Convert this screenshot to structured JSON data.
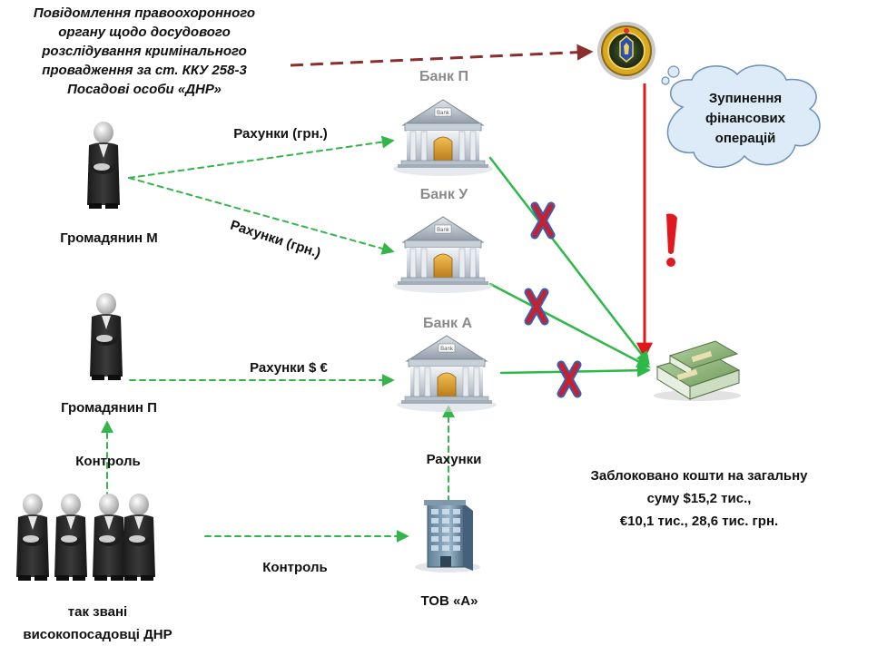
{
  "notice": {
    "lines": [
      "Повідомлення правоохоронного",
      "органу щодо досудового",
      "розслідування кримінального",
      "провадження за ст. ККУ 258-3",
      "Посадові особи «ДНР»"
    ]
  },
  "banks": [
    {
      "label": "Банк П",
      "icon": "bank-building-icon"
    },
    {
      "label": "Банк У",
      "icon": "bank-building-icon"
    },
    {
      "label": "Банк А",
      "icon": "bank-building-icon"
    }
  ],
  "persons": {
    "citizen_m": {
      "label": "Громадянин М",
      "icon": "person-in-suit-icon"
    },
    "citizen_p": {
      "label": "Громадянин П",
      "icon": "person-in-suit-icon"
    },
    "officials": {
      "lines": [
        "так звані",
        "високопосадовці ДНР"
      ],
      "icon": "group-of-people-icon"
    }
  },
  "company": {
    "label": "ТОВ «А»",
    "icon": "office-building-icon"
  },
  "edges": {
    "m_to_bank_p": "Рахунки (грн.)",
    "m_to_bank_u": "Рахунки (грн.)",
    "p_to_bank_a": "Рахунки $ €",
    "officials_to_p": "Контроль",
    "officials_to_company": "Контроль",
    "company_to_bank_a": "Рахунки"
  },
  "cloud": {
    "lines": [
      "Зупинення",
      "фінансових",
      "операцій"
    ]
  },
  "summary": {
    "lines": [
      "Заблоковано кошти на загальну",
      "суму $15,2 тис.,",
      "€10,1 тис., 28,6 тис. грн."
    ]
  },
  "icons": {
    "emblem": "agency-emblem-icon",
    "money": "money-stack-icon",
    "block": "blocked-x-icon",
    "warning": "exclamation-icon"
  },
  "colors": {
    "dashed_green": "#33b54a",
    "solid_green": "#2fb84a",
    "notice_arrow": "#8b2e2e",
    "stop_line": "#e0191f",
    "cross_red": "#c8202e",
    "cross_blue": "#3a5fb0",
    "cloud_fill": "#dcebf7",
    "cloud_stroke": "#6b8fb8"
  }
}
